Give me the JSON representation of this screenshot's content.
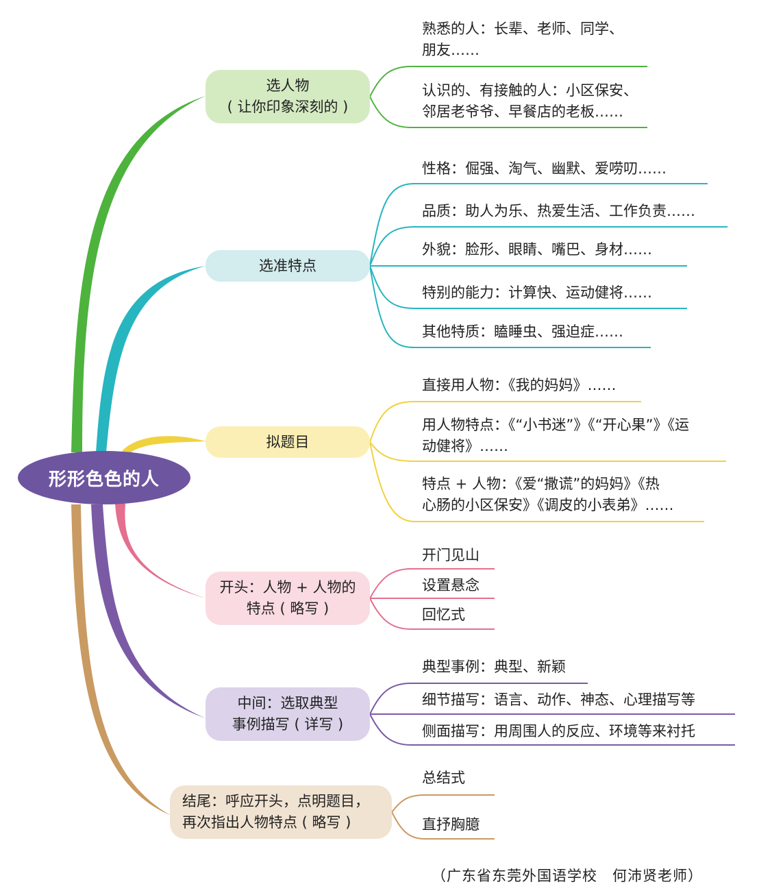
{
  "root": {
    "label": "形形色色的人",
    "color": "#6e55a0"
  },
  "branches": [
    {
      "label_lines": [
        "选人物",
        "( 让你印象深刻的 )"
      ],
      "color": "#4db33d",
      "fill": "#d4ebc2",
      "leaves": [
        {
          "lines": [
            "熟悉的人：长辈、老师、同学、",
            "朋友……"
          ]
        },
        {
          "lines": [
            "认识的、有接触的人：小区保安、",
            "邻居老爷爷、早餐店的老板……"
          ]
        }
      ]
    },
    {
      "label_lines": [
        "选准特点"
      ],
      "color": "#27b5c0",
      "fill": "#d3ecee",
      "leaves": [
        {
          "lines": [
            "性格：倔强、淘气、幽默、爱唠叨……"
          ]
        },
        {
          "lines": [
            "品质：助人为乐、热爱生活、工作负责……"
          ]
        },
        {
          "lines": [
            "外貌：脸形、眼睛、嘴巴、身材……"
          ]
        },
        {
          "lines": [
            "特别的能力：计算快、运动健将……"
          ]
        },
        {
          "lines": [
            "其他特质：瞌睡虫、强迫症……"
          ]
        }
      ]
    },
    {
      "label_lines": [
        "拟题目"
      ],
      "color": "#f0d23f",
      "fill": "#fbefb5",
      "leaves": [
        {
          "lines": [
            "直接用人物：《我的妈妈》……"
          ]
        },
        {
          "lines": [
            "用人物特点：《“小书迷”》《“开心果”》《运",
            "动健将》……"
          ]
        },
        {
          "lines": [
            "特点 + 人物：《爱“撒谎”的妈妈》《热",
            "心肠的小区保安》《调皮的小表弟》……"
          ]
        }
      ]
    },
    {
      "label_lines": [
        "开头：人物 + 人物的",
        "特点 ( 略写 )"
      ],
      "color": "#e46f8e",
      "fill": "#fadbe1",
      "leaves": [
        {
          "lines": [
            "开门见山"
          ]
        },
        {
          "lines": [
            "设置悬念"
          ]
        },
        {
          "lines": [
            "回忆式"
          ]
        }
      ]
    },
    {
      "label_lines": [
        "中间：选取典型",
        "事例描写 ( 详写 )"
      ],
      "color": "#7a5aa5",
      "fill": "#dcd3ea",
      "leaves": [
        {
          "lines": [
            "典型事例：典型、新颖"
          ]
        },
        {
          "lines": [
            "细节描写：语言、动作、神态、心理描写等"
          ]
        },
        {
          "lines": [
            "侧面描写：用周围人的反应、环境等来衬托"
          ]
        }
      ]
    },
    {
      "label_lines": [
        "结尾：呼应开头，点明题目，",
        "再次指出人物特点 ( 略写 )"
      ],
      "color": "#c99a62",
      "fill": "#f1e3d1",
      "leaves": [
        {
          "lines": [
            "总结式"
          ]
        },
        {
          "lines": [
            "直抒胸臆"
          ]
        }
      ]
    }
  ],
  "credit": "（广东省东莞外国语学校　何沛贤老师）"
}
